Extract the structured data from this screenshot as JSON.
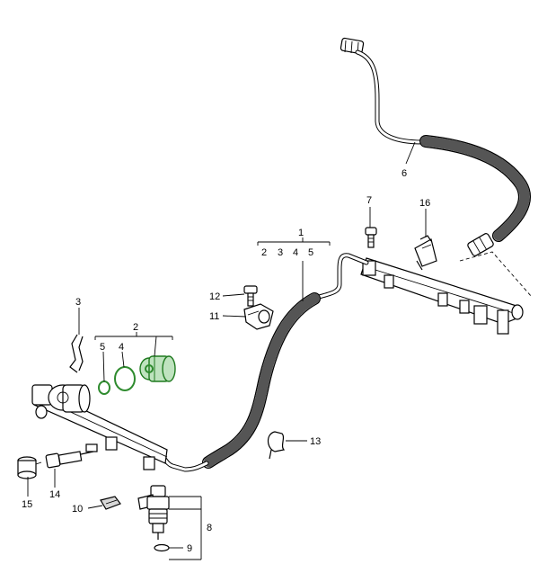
{
  "diagram": {
    "callouts": [
      {
        "id": "1",
        "text": "1"
      },
      {
        "id": "2",
        "text": "2"
      },
      {
        "id": "3",
        "text": "3"
      },
      {
        "id": "4",
        "text": "4"
      },
      {
        "id": "5",
        "text": "5"
      },
      {
        "id": "6",
        "text": "6"
      },
      {
        "id": "7",
        "text": "7"
      },
      {
        "id": "8",
        "text": "8"
      },
      {
        "id": "9",
        "text": "9"
      },
      {
        "id": "10",
        "text": "10"
      },
      {
        "id": "11",
        "text": "11"
      },
      {
        "id": "12",
        "text": "12"
      },
      {
        "id": "13",
        "text": "13"
      },
      {
        "id": "14",
        "text": "14"
      },
      {
        "id": "15",
        "text": "15"
      },
      {
        "id": "16",
        "text": "16"
      }
    ],
    "sub_callouts_1": [
      "2",
      "3",
      "4",
      "5"
    ],
    "colors": {
      "highlight": "#2e8b2e",
      "hose_fill": "#e4e4e4",
      "line": "#000000"
    }
  }
}
